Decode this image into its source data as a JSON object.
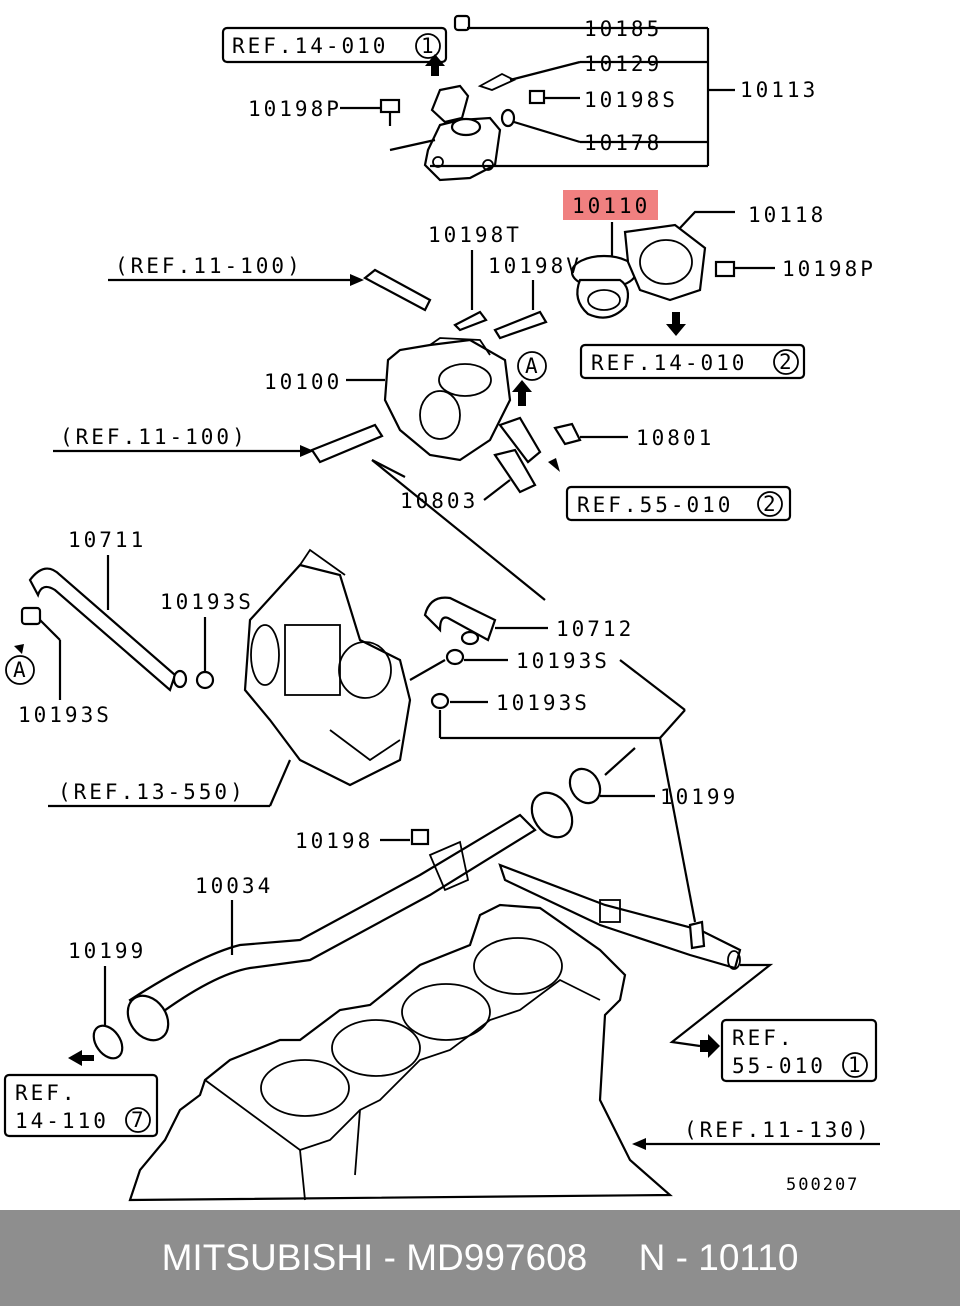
{
  "footer": {
    "brand": "MITSUBISHI",
    "sep1": " - ",
    "part_number": "MD997608",
    "gap": "     ",
    "ref": "N - 10110"
  },
  "diagram_code": "500207",
  "highlight_color": "#f08080",
  "parts": {
    "p10185": "10185",
    "p10129": "10129",
    "p10198S_top": "10198S",
    "p10178": "10178",
    "p10113": "10113",
    "p10198P_left": "10198P",
    "p10110": "10110",
    "p10118": "10118",
    "p10198T": "10198T",
    "p10198V": "10198V",
    "p10198P_right": "10198P",
    "p10100": "10100",
    "p10801": "10801",
    "p10803": "10803",
    "p10711": "10711",
    "p10193S_a": "10193S",
    "p10193S_b": "10193S",
    "p10712": "10712",
    "p10193S_c": "10193S",
    "p10193S_d": "10193S",
    "p10199_a": "10199",
    "p10198": "10198",
    "p10034": "10034",
    "p10199_b": "10199"
  },
  "refs": {
    "r14_010_1": {
      "text": "REF.14-010",
      "num": "1"
    },
    "r14_010_2": {
      "text": "REF.14-010",
      "num": "2"
    },
    "r55_010_2": {
      "text": "REF.55-010",
      "num": "2"
    },
    "r55_010_1": {
      "line1": "REF.",
      "line2": "55-010",
      "num": "1"
    },
    "r14_110_7": {
      "line1": "REF.",
      "line2": "14-110",
      "num": "7"
    },
    "r11_100_a": "(REF.11-100)",
    "r11_100_b": "(REF.11-100)",
    "r13_550": "(REF.13-550)",
    "r11_130": "(REF.11-130)"
  },
  "markers": {
    "a1": "A",
    "a2": "A"
  }
}
